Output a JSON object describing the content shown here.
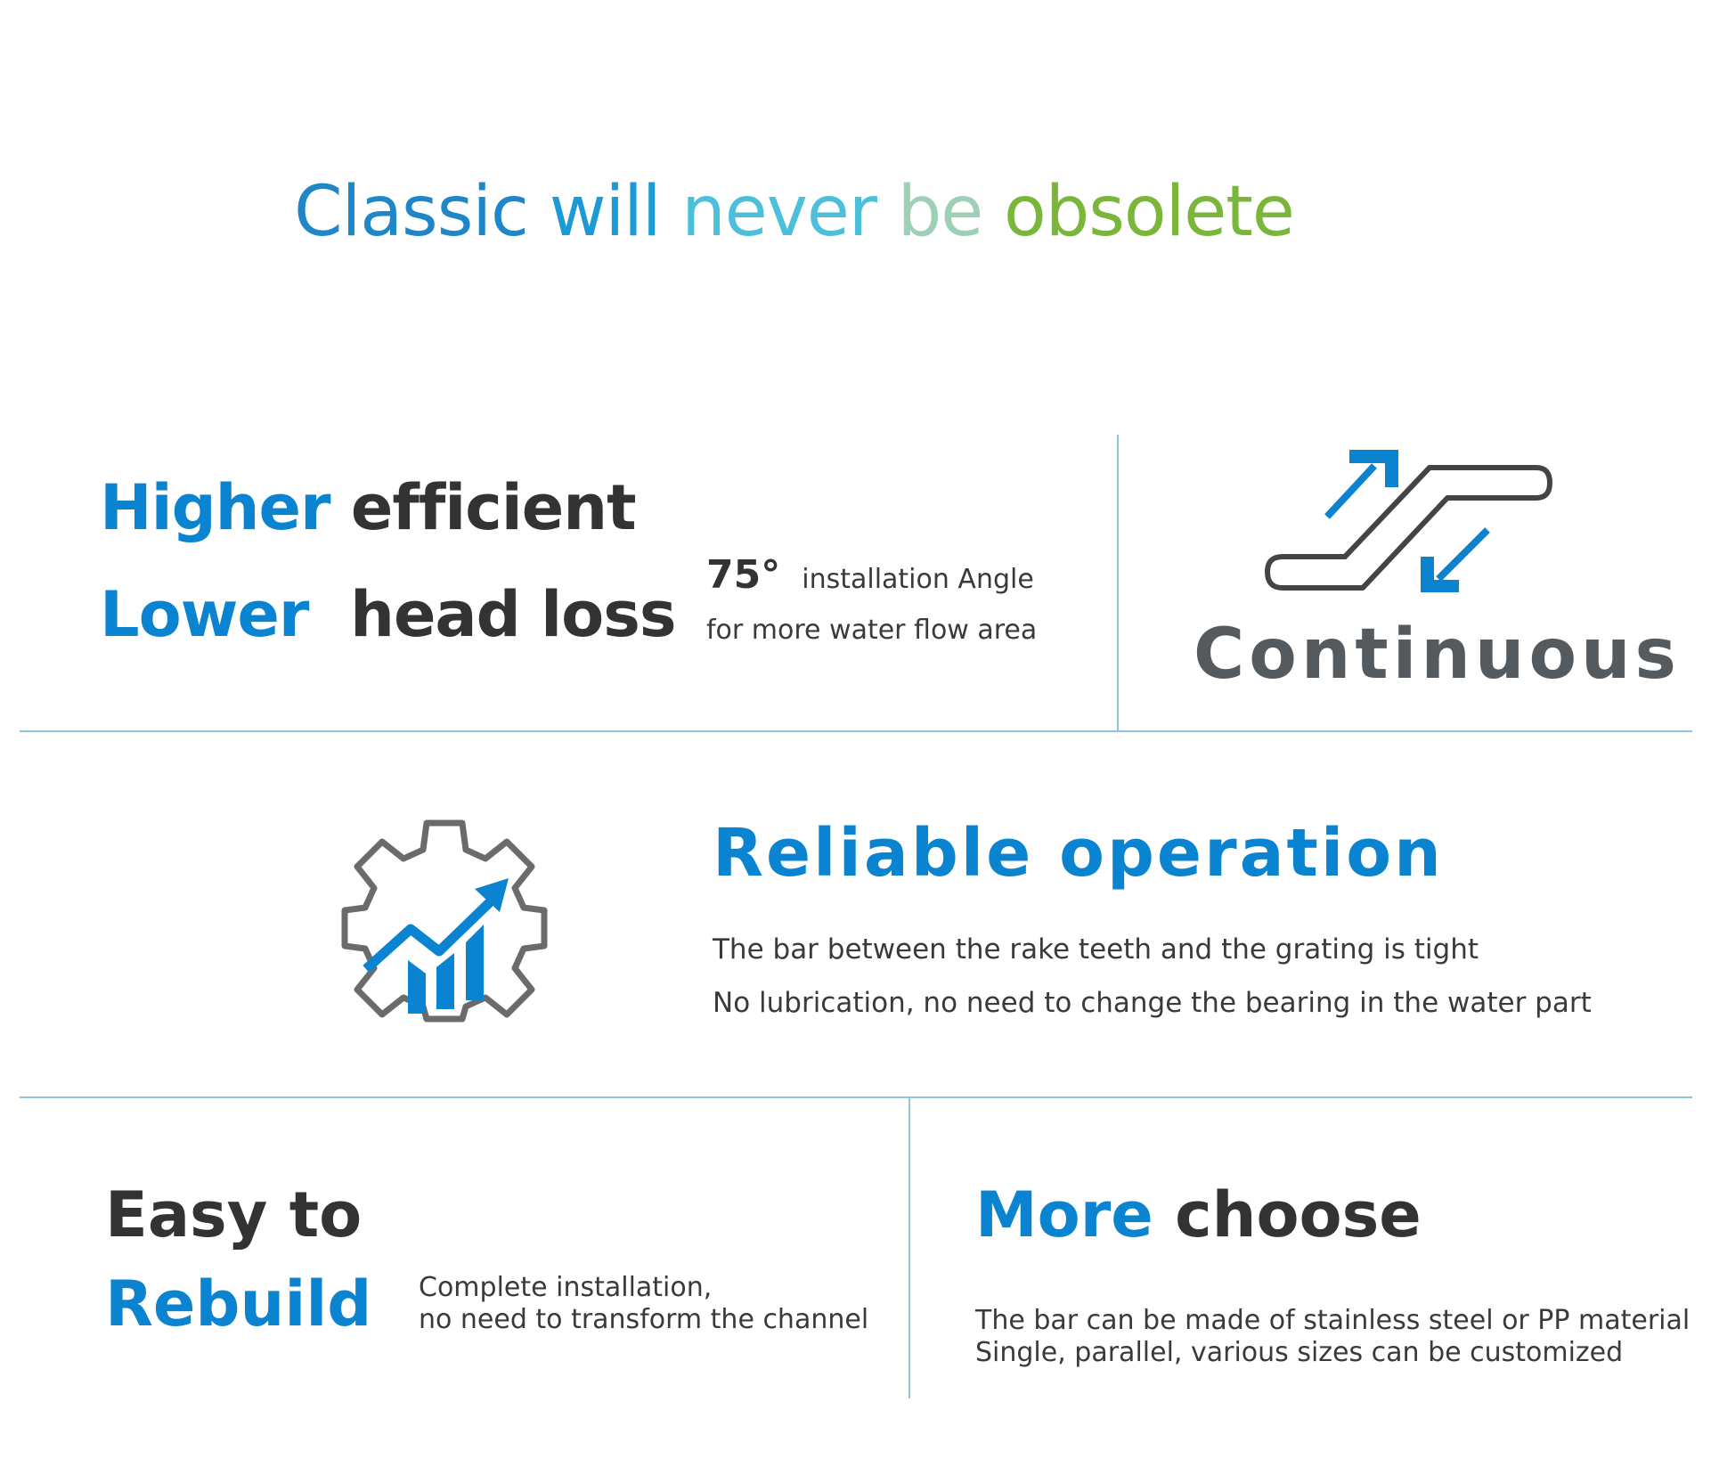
{
  "header": {
    "title_parts": [
      {
        "text": "Classic ",
        "color": "#1f86c8"
      },
      {
        "text": "will ",
        "color": "#1a9ad6"
      },
      {
        "text": "never ",
        "color": "#4cc0da"
      },
      {
        "text": "be ",
        "color": "#9dd0b7"
      },
      {
        "text": "obsolete",
        "color": "#7ab63a"
      }
    ]
  },
  "colors": {
    "accent_blue": "#0a83d0",
    "dark_text": "#333333",
    "divider": "#8fc4e0",
    "icon_grey": "#6b6b6b"
  },
  "section_efficiency": {
    "line1_highlight": "Higher",
    "line1_rest": "efficient",
    "line2_highlight": "Lower",
    "line2_rest": "head loss",
    "angle_value": "75°",
    "angle_label": "installation Angle",
    "flow_area": "for more water flow area"
  },
  "section_continuous": {
    "icon": "escalator-icon",
    "label": "Continuous"
  },
  "section_reliable": {
    "icon": "gear-growth-icon",
    "title": "Reliable operation",
    "line1": "The bar between the rake teeth and the grating is tight",
    "line2": "No lubrication, no need to change the bearing in the water part"
  },
  "section_rebuild": {
    "line1": "Easy to",
    "line2": "Rebuild",
    "desc_line1": "Complete installation,",
    "desc_line2": "no need to transform the channel"
  },
  "section_choose": {
    "title_highlight": "More",
    "title_rest": "choose",
    "desc_line1": "The bar can be made of stainless steel or PP material",
    "desc_line2": "Single, parallel, various sizes can be customized"
  }
}
